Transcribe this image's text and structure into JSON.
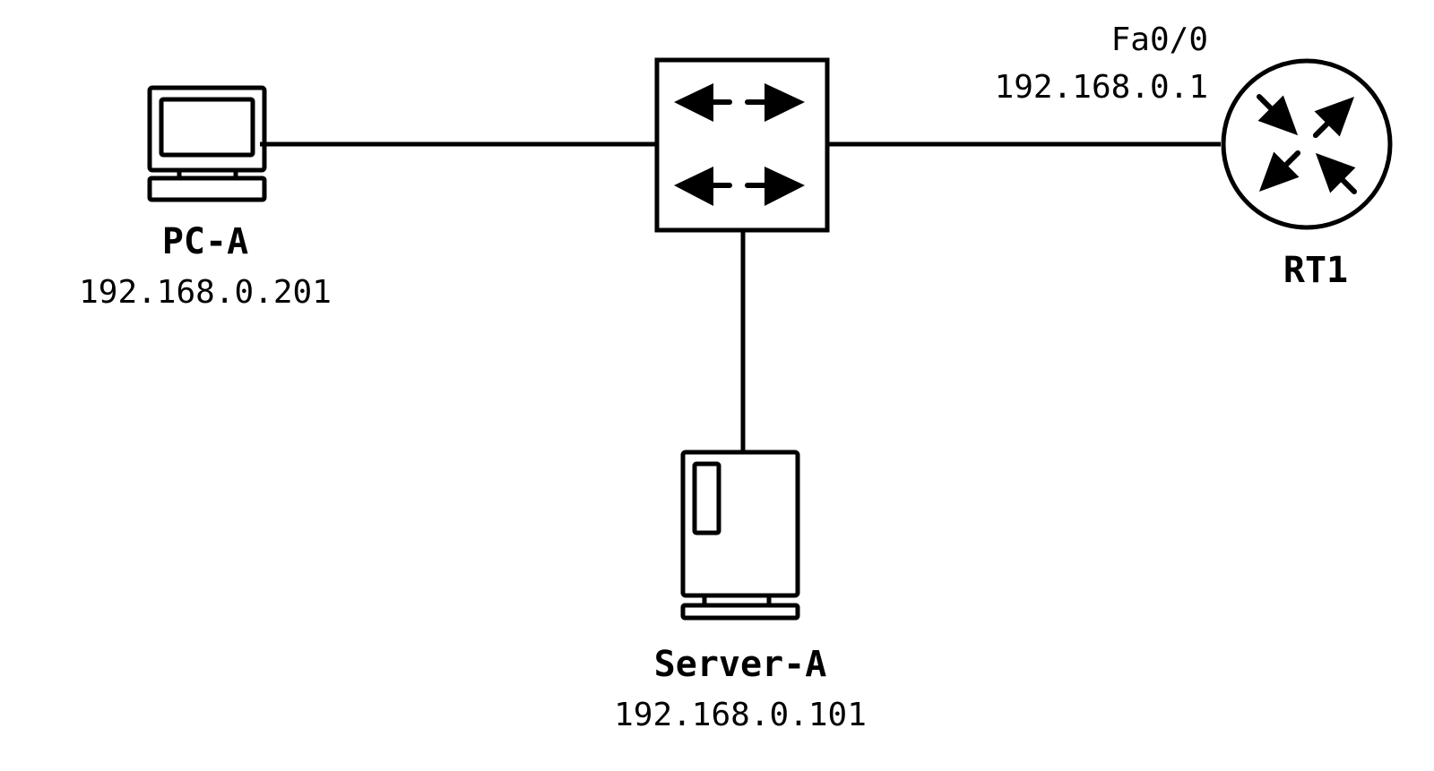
{
  "diagram": {
    "type": "network-topology",
    "stroke_color": "#000000",
    "background": "#ffffff",
    "nodes": {
      "pc": {
        "name": "PC-A",
        "ip": "192.168.0.201",
        "icon": "pc-icon"
      },
      "switch": {
        "name": "",
        "icon": "switch-icon"
      },
      "router": {
        "name": "RT1",
        "interface": "Fa0/0",
        "ip": "192.168.0.1",
        "icon": "router-icon"
      },
      "server": {
        "name": "Server-A",
        "ip": "192.168.0.101",
        "icon": "server-icon"
      }
    },
    "links": [
      {
        "from": "PC-A",
        "to": "switch"
      },
      {
        "from": "switch",
        "to": "RT1"
      },
      {
        "from": "switch",
        "to": "Server-A"
      }
    ]
  }
}
